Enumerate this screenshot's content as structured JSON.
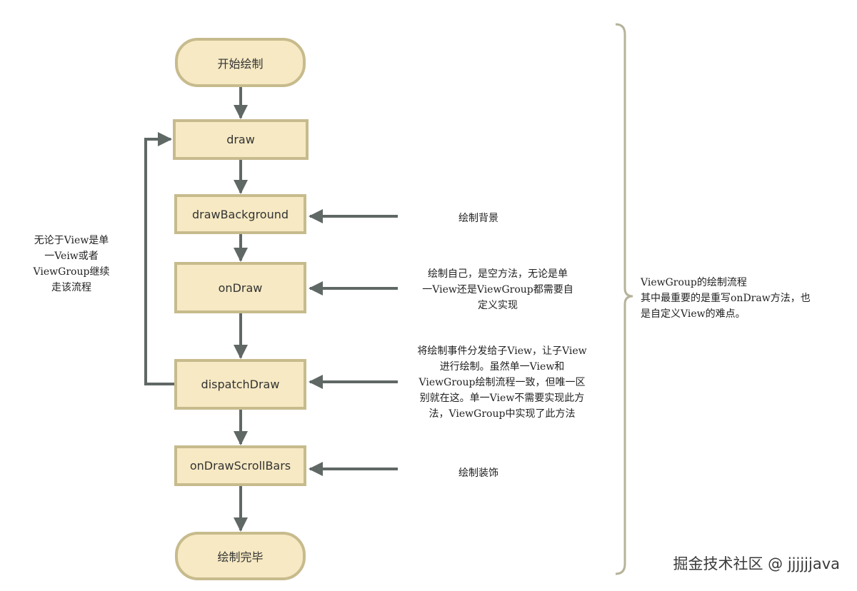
{
  "nodes": {
    "start": "开始绘制",
    "draw": "draw",
    "draw_background": "drawBackground",
    "on_draw": "onDraw",
    "dispatch_draw": "dispatchDraw",
    "on_draw_scroll_bars": "onDrawScrollBars",
    "end": "绘制完毕"
  },
  "notes": {
    "loop": [
      "无论于View是单",
      "一Veiw或者",
      "ViewGroup继续",
      "走该流程"
    ],
    "draw_background": [
      "绘制背景"
    ],
    "on_draw": [
      "绘制自己，是空方法，无论是单",
      "一View还是ViewGroup都需要自",
      "定义实现"
    ],
    "dispatch_draw": [
      "将绘制事件分发给子View，让子View",
      "进行绘制。虽然单一View和",
      "ViewGroup绘制流程一致，但唯一区",
      "别就在这。单一View不需要实现此方",
      "法，ViewGroup中实现了此方法"
    ],
    "scroll_bars": [
      "绘制装饰"
    ],
    "summary": [
      "ViewGroup的绘制流程",
      "其中最重要的是重写onDraw方法，也",
      "是自定义View的难点。"
    ]
  },
  "watermark": "掘金技术社区 @ jjjjjjava",
  "colors": {
    "box_fill": "#f6e9c3",
    "box_border": "#c7bb8d",
    "arrow": "#5f6864",
    "brace": "#b6b39b"
  }
}
